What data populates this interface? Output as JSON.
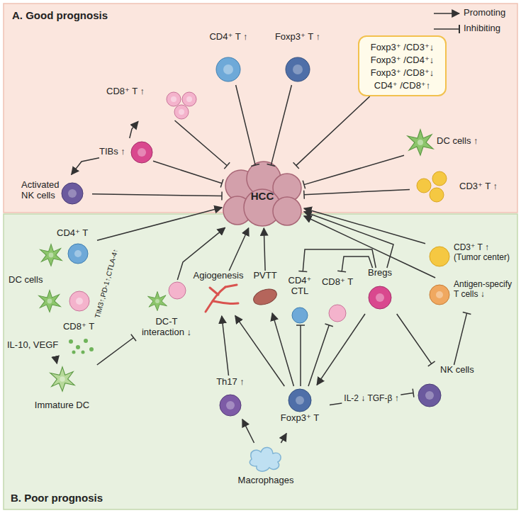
{
  "diagram": {
    "nodes": [
      {
        "text": [
          "A. Good prognosis"
        ]
      },
      {
        "text": [
          "CD8⁺ T ↑"
        ],
        "in": 0
      },
      {
        "text": [
          "CD4⁺ T ↑"
        ],
        "in": 0
      },
      {
        "text": [
          "Foxp3⁺ T ↑"
        ],
        "in": 0
      },
      {
        "text": [
          "Foxp3⁺ /CD3⁺↓",
          "Foxp3⁺ /CD4⁺↓",
          "Foxp3⁺ /CD8⁺↓",
          "CD4⁺ /CD8⁺↑"
        ],
        "in": 0
      },
      {
        "text": [
          "TIBs ↑"
        ],
        "in": 0
      },
      {
        "text": [
          "Activated NK cells"
        ],
        "in": 0
      },
      {
        "text": [
          "DC cells ↑"
        ],
        "in": 0
      },
      {
        "text": [
          "CD3⁺ T ↑"
        ],
        "in": 0
      },
      {
        "text": [
          "HCC"
        ]
      },
      {
        "text": [
          "B. Poor prognosis"
        ]
      },
      {
        "text": [
          "CD4⁺ T"
        ],
        "in": 10
      },
      {
        "text": [
          "DC cells"
        ],
        "in": 10
      },
      {
        "text": [
          "CD8⁺ T"
        ],
        "in": 10
      },
      {
        "text": [
          "DC-T interaction ↓"
        ],
        "in": 10
      },
      {
        "text": [
          "IL-10, VEGF"
        ],
        "in": 10
      },
      {
        "text": [
          "Immature DC"
        ],
        "in": 10
      },
      {
        "text": [
          "Agiogenesis"
        ],
        "in": 10
      },
      {
        "text": [
          "PVTT"
        ],
        "in": 10
      },
      {
        "text": [
          "CD4⁺ CTL"
        ],
        "in": 10
      },
      {
        "text": [
          "CD8⁺ T"
        ],
        "in": 10
      },
      {
        "text": [
          "Bregs"
        ],
        "in": 10
      },
      {
        "text": [
          "CD3⁺ T ↑ (Tumor center)"
        ],
        "in": 10
      },
      {
        "text": [
          "Antigen-specify T cells ↓"
        ],
        "in": 10
      },
      {
        "text": [
          "NK cells"
        ],
        "in": 10
      },
      {
        "text": [
          "Th17 ↑"
        ],
        "in": 10
      },
      {
        "text": [
          "Foxp3⁺ T"
        ],
        "in": 10
      },
      {
        "text": [
          "Macrophages"
        ],
        "in": 10
      }
    ],
    "edges": [
      {
        "from": 5,
        "to": 1,
        "arrow": "to"
      },
      {
        "from": 5,
        "to": 6,
        "arrow": "to"
      },
      {
        "from": 5,
        "to": 9,
        "arrow": "to"
      },
      {
        "from": 6,
        "to": 9,
        "arrow": "to"
      },
      {
        "from": 1,
        "to": 9,
        "arrow": "to"
      },
      {
        "from": 2,
        "to": 9,
        "arrow": "to"
      },
      {
        "from": 3,
        "to": 9,
        "arrow": "to"
      },
      {
        "from": 4,
        "to": 9,
        "arrow": "to"
      },
      {
        "from": 7,
        "to": 9,
        "arrow": "to"
      },
      {
        "from": 8,
        "to": 9,
        "arrow": "to"
      },
      {
        "from": 11,
        "to": 9,
        "arrow": "to"
      },
      {
        "from": 14,
        "to": 9,
        "arrow": "to"
      },
      {
        "from": 15,
        "to": 16,
        "arrow": "to"
      },
      {
        "from": 16,
        "to": 14,
        "arrow": "to"
      },
      {
        "from": 17,
        "to": 9,
        "arrow": "to"
      },
      {
        "from": 18,
        "to": 9,
        "arrow": "to"
      },
      {
        "from": 21,
        "to": 9,
        "arrow": "to"
      },
      {
        "from": 22,
        "to": 9,
        "arrow": "to"
      },
      {
        "from": 23,
        "to": 9,
        "arrow": "to"
      },
      {
        "from": 26,
        "to": 17,
        "arrow": "to"
      },
      {
        "from": 26,
        "to": 18,
        "arrow": "to"
      },
      {
        "from": 26,
        "to": 19,
        "arrow": "to"
      },
      {
        "from": 26,
        "to": 20,
        "arrow": "to"
      },
      {
        "from": 26,
        "to": 24,
        "arrow": "to",
        "label": "IL-2 ↓ TGF-β ↑"
      },
      {
        "from": 25,
        "to": 17,
        "arrow": "to"
      },
      {
        "from": 27,
        "to": 25,
        "arrow": "to"
      },
      {
        "from": 27,
        "to": 26,
        "arrow": "to"
      },
      {
        "from": 21,
        "to": 19,
        "arrow": "to"
      },
      {
        "from": 21,
        "to": 20,
        "arrow": "to"
      },
      {
        "from": 21,
        "to": 26,
        "arrow": "to"
      },
      {
        "from": 21,
        "to": 24,
        "arrow": "to"
      },
      {
        "from": 24,
        "to": 23,
        "arrow": "to"
      }
    ],
    "labels": [
      "TIM3↑,PD-1↑,CTLA-4↑"
    ],
    "legend": [
      {
        "text": "Promoting"
      },
      {
        "text": "Inhibiting"
      }
    ]
  }
}
